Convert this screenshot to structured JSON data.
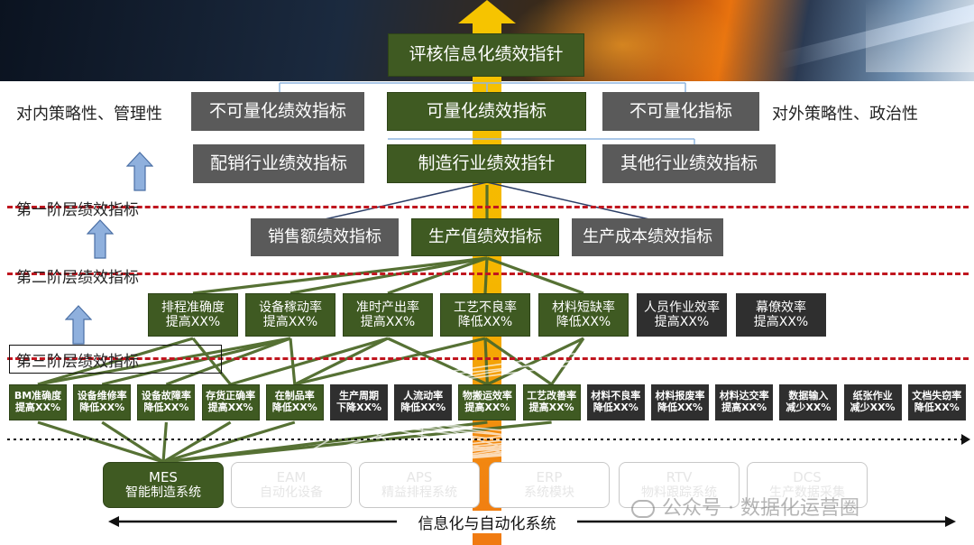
{
  "top": {
    "title": "评核信息化绩效指针"
  },
  "side_labels": {
    "left": "对内策略性、管理性",
    "right": "对外策略性、政治性"
  },
  "row1": [
    {
      "label": "不可量化绩效指标",
      "style": "gray"
    },
    {
      "label": "可量化绩效指标",
      "style": "green"
    },
    {
      "label": "不可量化指标",
      "style": "gray"
    }
  ],
  "row2": [
    {
      "label": "配销行业绩效指标",
      "style": "gray"
    },
    {
      "label": "制造行业绩效指针",
      "style": "green"
    },
    {
      "label": "其他行业绩效指标",
      "style": "gray"
    }
  ],
  "levels": {
    "first": "第一阶层绩效指标",
    "second": "第二阶层绩效指标",
    "third": "第三阶层绩效指标"
  },
  "tier1": [
    {
      "label": "销售额绩效指标",
      "style": "gray"
    },
    {
      "label": "生产值绩效指标",
      "style": "green"
    },
    {
      "label": "生产成本绩效指标",
      "style": "gray"
    }
  ],
  "tier2": [
    {
      "line1": "排程准确度",
      "line2": "提高XX%",
      "style": "green"
    },
    {
      "line1": "设备稼动率",
      "line2": "提高XX%",
      "style": "green"
    },
    {
      "line1": "准时产出率",
      "line2": "提高XX%",
      "style": "green"
    },
    {
      "line1": "工艺不良率",
      "line2": "降低XX%",
      "style": "green"
    },
    {
      "line1": "材料短缺率",
      "line2": "降低XX%",
      "style": "green"
    },
    {
      "line1": "人员作业效率",
      "line2": "提高XX%",
      "style": "dark"
    },
    {
      "line1": "幕僚效率",
      "line2": "提高XX%",
      "style": "dark"
    }
  ],
  "tier3": [
    {
      "line1": "BM准确度",
      "line2": "提高XX%",
      "style": "green"
    },
    {
      "line1": "设备维修率",
      "line2": "降低XX%",
      "style": "green"
    },
    {
      "line1": "设备故障率",
      "line2": "降低XX%",
      "style": "green"
    },
    {
      "line1": "存货正确率",
      "line2": "提高XX%",
      "style": "green"
    },
    {
      "line1": "在制品率",
      "line2": "降低XX%",
      "style": "green"
    },
    {
      "line1": "生产周期",
      "line2": "下降XX%",
      "style": "dark"
    },
    {
      "line1": "人流动率",
      "line2": "降低XX%",
      "style": "dark"
    },
    {
      "line1": "物搬运效率",
      "line2": "提高XX%",
      "style": "green"
    },
    {
      "line1": "工艺改善率",
      "line2": "提高XX%",
      "style": "green"
    },
    {
      "line1": "材料不良率",
      "line2": "降低XX%",
      "style": "dark"
    },
    {
      "line1": "材料报废率",
      "line2": "降低XX%",
      "style": "dark"
    },
    {
      "line1": "材料达交率",
      "line2": "提高XX%",
      "style": "dark"
    },
    {
      "line1": "数据输入",
      "line2": "减少XX%",
      "style": "dark"
    },
    {
      "line1": "纸张作业",
      "line2": "减少XX%",
      "style": "dark"
    },
    {
      "line1": "文档失窃率",
      "line2": "降低XX%",
      "style": "dark"
    }
  ],
  "systems": [
    {
      "name": "MES",
      "desc": "智能制造系统",
      "active": true
    },
    {
      "name": "EAM",
      "desc": "自动化设备",
      "active": false
    },
    {
      "name": "APS",
      "desc": "精益排程系统",
      "active": false
    },
    {
      "name": "ERP",
      "desc": "系统模块",
      "active": false
    },
    {
      "name": "RTV",
      "desc": "物料跟踪系统",
      "active": false
    },
    {
      "name": "DCS",
      "desc": "生产数据采集",
      "active": false
    }
  ],
  "bottom_label": "信息化与自动化系统",
  "watermark": "公众号 · 数据化运营圈",
  "colors": {
    "green": "#3f5a22",
    "gray": "#5a5a5a",
    "dark": "#2f2f2f",
    "red_dash": "#c0161f",
    "arrow_blue": "#8fb0dd",
    "pillar": "#f6c400"
  }
}
